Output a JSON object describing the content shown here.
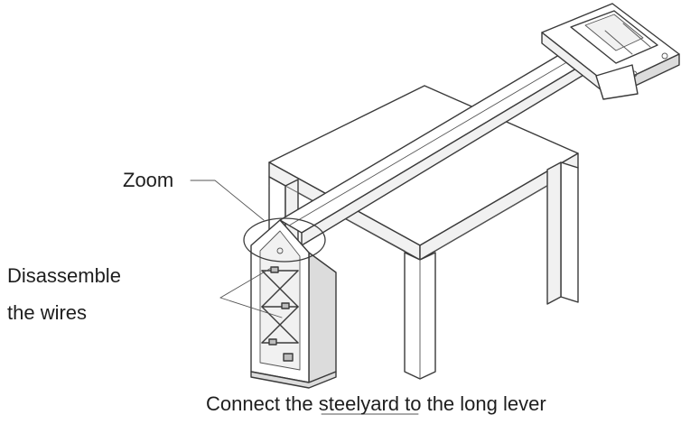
{
  "labels": {
    "zoom": "Zoom",
    "disassemble_line1": "Disassemble",
    "disassemble_line2": "the wires",
    "caption": "Connect the steelyard to the long lever"
  },
  "colors": {
    "line": "#3a3a3a",
    "text": "#1e1e1e",
    "background": "#ffffff"
  }
}
